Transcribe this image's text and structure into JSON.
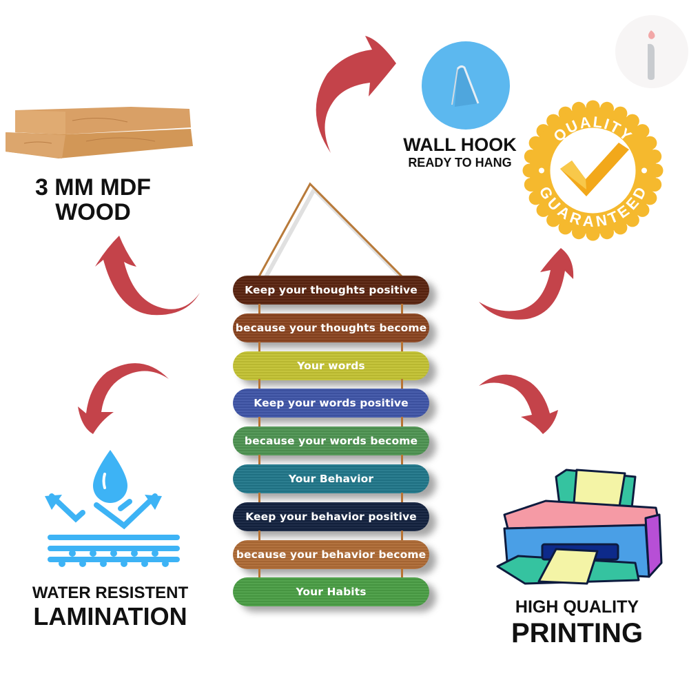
{
  "brand": {
    "logo_icon": "info-i-logo",
    "logo_colors": {
      "dot": "#f2a7a7",
      "stem": "#c8cbcf",
      "bg": "#f7f5f5"
    }
  },
  "features": {
    "wood": {
      "icon": "wood-planks-icon",
      "line1": "3 MM MDF",
      "line2": "WOOD"
    },
    "wall_hook": {
      "icon": "wall-hook-icon",
      "title": "WALL HOOK",
      "subtitle": "READY TO HANG"
    },
    "quality": {
      "icon": "quality-badge-icon",
      "top_text": "QUALITY",
      "bottom_text": "GUARANTEED"
    },
    "lamination": {
      "icon": "water-drop-shield-icon",
      "line1": "WATER RESISTENT",
      "line2": "LAMINATION"
    },
    "printing": {
      "icon": "printer-icon",
      "line1": "HIGH QUALITY",
      "line2": "PRINTING"
    }
  },
  "sign": {
    "planks": [
      {
        "text": "Keep your thoughts positive",
        "color": "#5a2410"
      },
      {
        "text": "because your thoughts become",
        "color": "#8a4420"
      },
      {
        "text": "Your words",
        "color": "#c3c233"
      },
      {
        "text": "Keep your words positive",
        "color": "#3f55a8"
      },
      {
        "text": "because your words become",
        "color": "#4e9452"
      },
      {
        "text": "Your Behavior",
        "color": "#21778a"
      },
      {
        "text": "Keep your behavior positive",
        "color": "#13223f"
      },
      {
        "text": "because your behavior become",
        "color": "#ae6a35"
      },
      {
        "text": "Your Habits",
        "color": "#4a9e45"
      }
    ]
  },
  "colors": {
    "arrow": "#c4434a",
    "water_blue": "#3db3f5",
    "badge_gold": "#f5b92e"
  }
}
